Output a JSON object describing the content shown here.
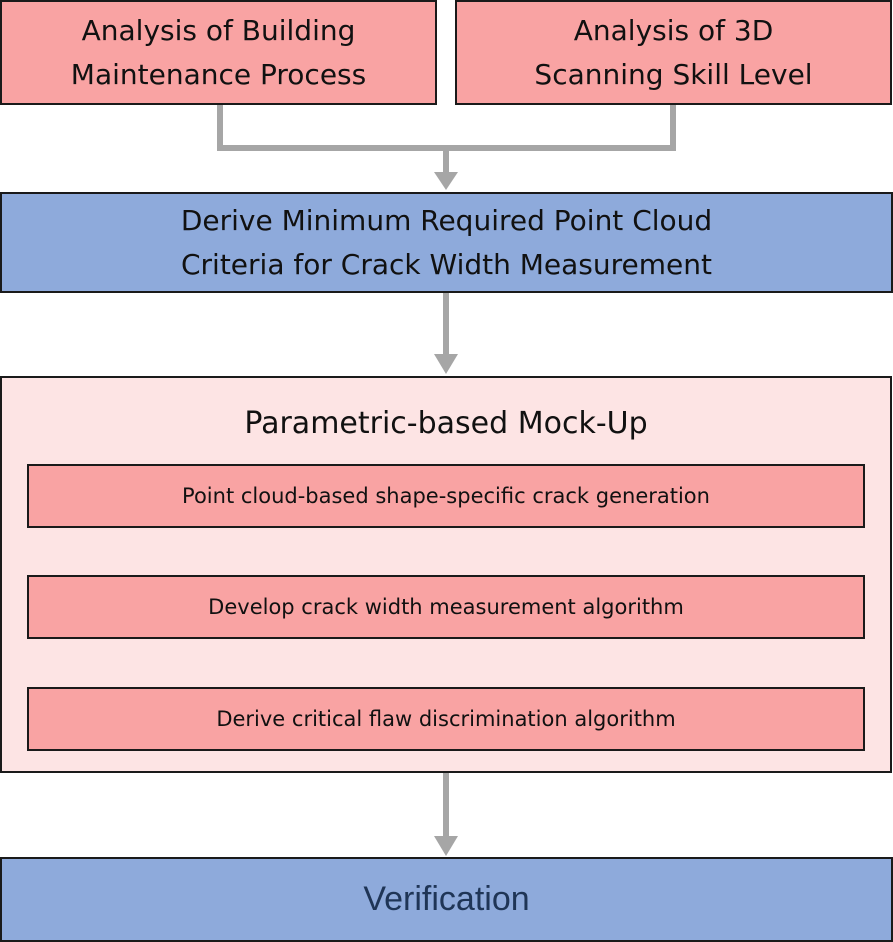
{
  "top_boxes": [
    {
      "lines": [
        "Analysis of Building",
        "Maintenance Process"
      ]
    },
    {
      "lines": [
        "Analysis of 3D",
        "Scanning Skill Level"
      ]
    }
  ],
  "derive_box": {
    "lines": [
      "Derive Minimum Required Point Cloud",
      "Criteria for Crack Width Measurement"
    ]
  },
  "mockup": {
    "title": "Parametric-based Mock-Up",
    "steps": [
      "Point cloud-based shape-specific crack generation",
      "Develop crack width measurement algorithm",
      "Derive critical flaw discrimination algorithm"
    ]
  },
  "verification": {
    "label": "Verification"
  },
  "colors": {
    "pink_box": "#f9a3a3",
    "blue_box": "#8eaadb",
    "panel_bg": "#fde4e4",
    "connector": "#a6a6a6",
    "verification_text": "#1f3556"
  }
}
